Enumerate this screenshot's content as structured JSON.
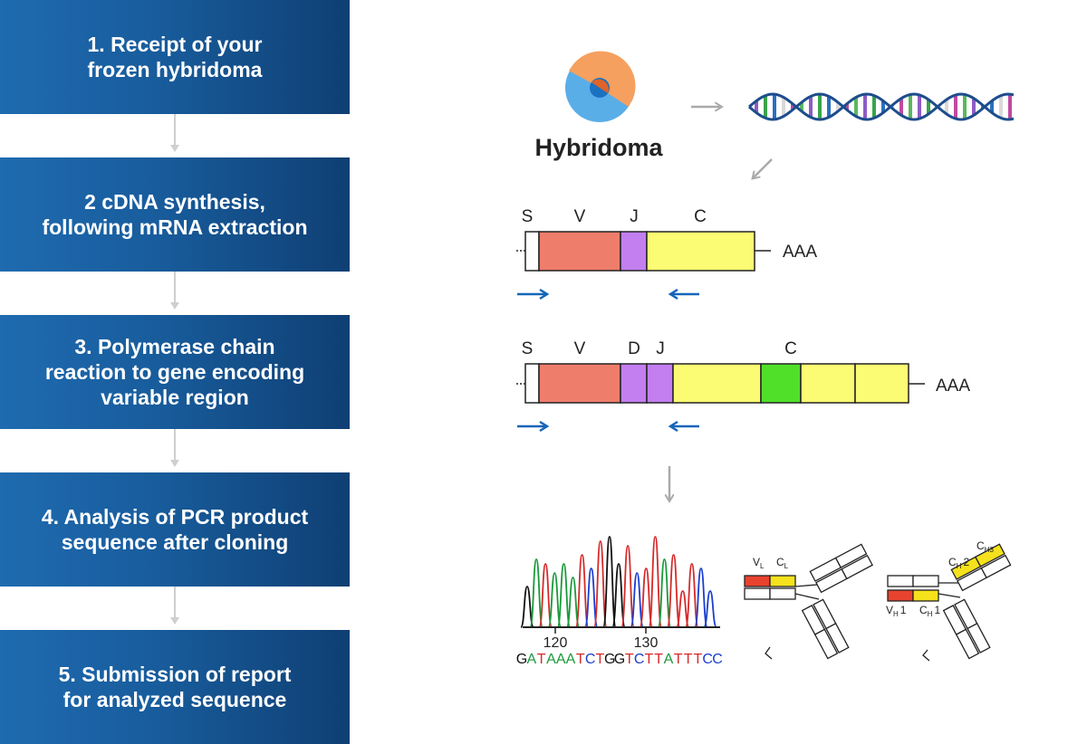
{
  "steps": [
    {
      "label": "1. Receipt of your\nfrozen hybridoma"
    },
    {
      "label": "2 cDNA synthesis,\nfollowing mRNA extraction"
    },
    {
      "label": "3. Polymerase chain\nreaction to gene encoding\nvariable region"
    },
    {
      "label": "4. Analysis of PCR product\nsequence after cloning"
    },
    {
      "label": "5. Submission of report\nfor analyzed sequence"
    }
  ],
  "hybridoma": {
    "label": "Hybridoma"
  },
  "light_chain": {
    "region_labels": [
      "S",
      "V",
      "J",
      "C"
    ],
    "tail": "AAA"
  },
  "heavy_chain": {
    "region_labels": [
      "S",
      "V",
      "D",
      "J",
      "C"
    ],
    "tail": "AAA"
  },
  "chromatogram": {
    "tick_labels": [
      "120",
      "130"
    ],
    "sequence": [
      "G",
      "A",
      "T",
      "A",
      "A",
      "A",
      "T",
      "C",
      "T",
      "G",
      "G",
      "T",
      "C",
      "T",
      "T",
      "A",
      "T",
      "T",
      "T",
      "C",
      "C"
    ]
  },
  "antibody": {
    "labels": {
      "vl": "V",
      "vl_sub": "L",
      "cl": "C",
      "cl_sub": "L",
      "ch2": "C",
      "ch2_sub": "H",
      "ch2_num": "2",
      "ch3": "C",
      "ch3_sub": "H3",
      "vh": "V",
      "vh_sub": "H",
      "vh_num": "1",
      "ch1": "C",
      "ch1_sub": "H",
      "ch1_num": "1"
    }
  },
  "colors": {
    "step_bg": "#185c9c",
    "cell_orange": "#f5a05e",
    "cell_blue": "#5aaee8",
    "nucleus": "#1a72c0",
    "region_s": "#ffffff",
    "region_v": "#ef7d6b",
    "region_dj": "#c37ef0",
    "region_c": "#fcfc74",
    "region_c_green": "#50e02a",
    "primer_arrow": "#1565b8",
    "base_A": "#1a9a3a",
    "base_T": "#d62a2a",
    "base_G": "#111111",
    "base_C": "#1a3ed0"
  }
}
